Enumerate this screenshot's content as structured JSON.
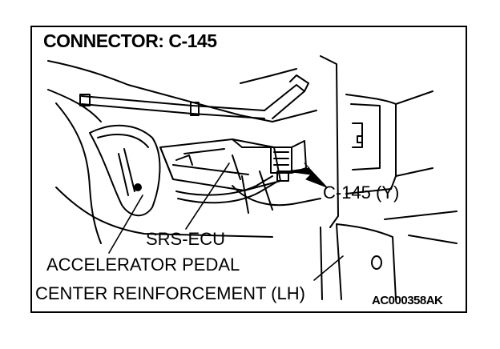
{
  "diagram": {
    "title": "CONNECTOR: C-145",
    "labels": {
      "connector": "C-145 (Y)",
      "srs_ecu": "SRS-ECU",
      "accelerator_pedal": "ACCELERATOR PEDAL",
      "center_reinforcement": "CENTER REINFORCEMENT (LH)"
    },
    "figure_code": "AC000358AK"
  }
}
